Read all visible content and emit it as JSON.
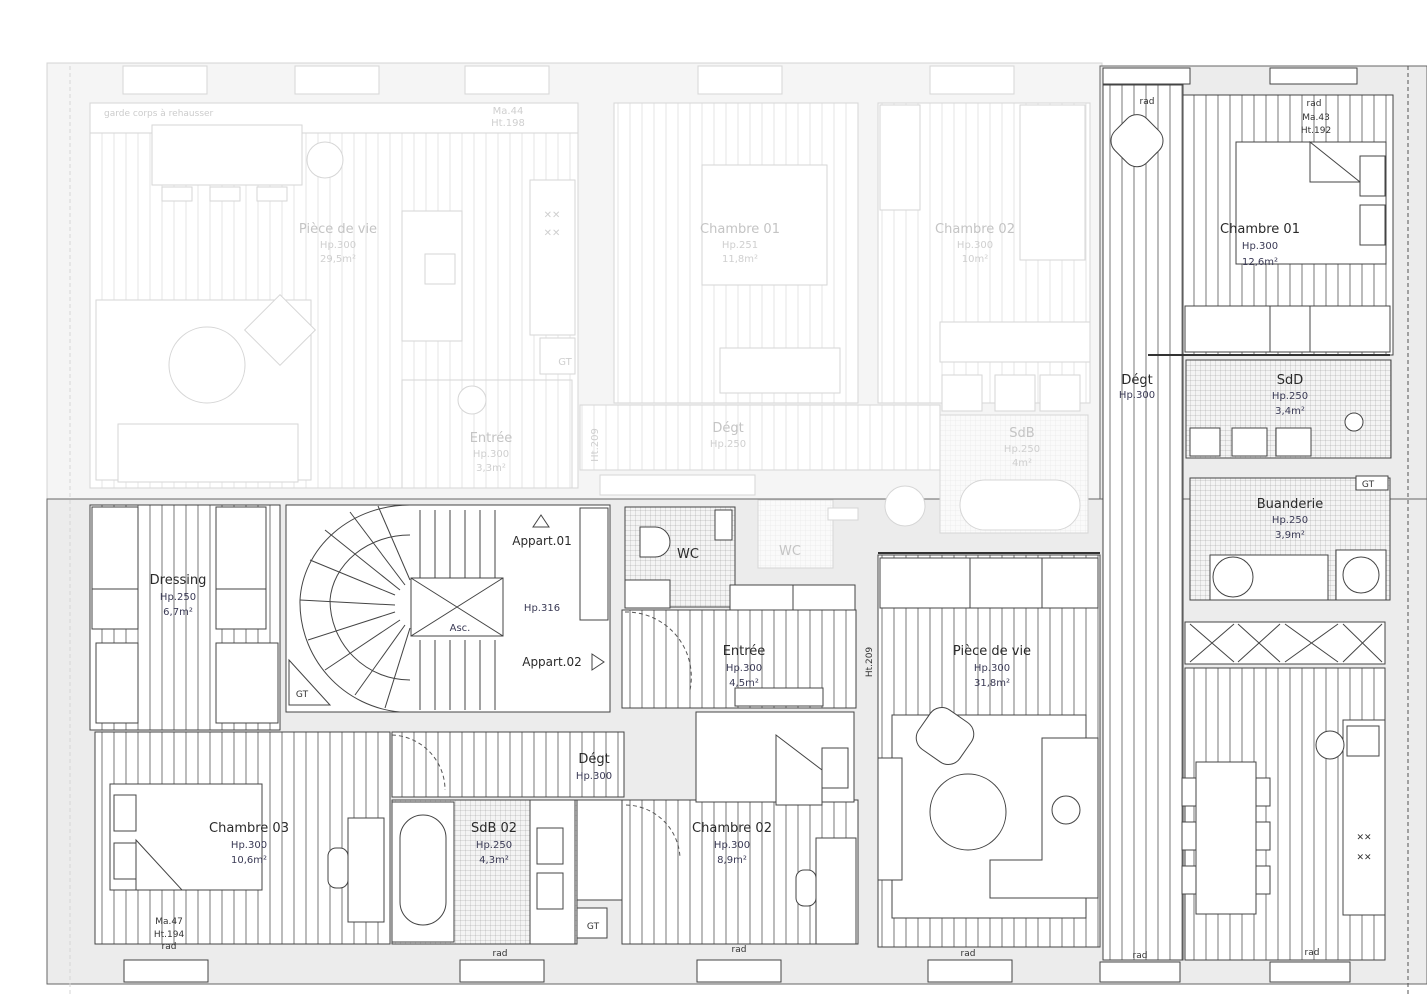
{
  "plan": {
    "colors": {
      "wall_fill": "#ececec",
      "line": "#444444",
      "faded_line": "#d6d6d6",
      "label": "#2a2a2a",
      "sub_label": "#3a3a55",
      "background": "#ffffff"
    },
    "notes": {
      "railing": "garde corps à rehausser"
    },
    "upper_unit_faded": {
      "rooms": [
        {
          "id": "piece-de-vie-upper",
          "name": "Pièce de vie",
          "height": "Hp.300",
          "area": "29,5m²"
        },
        {
          "id": "chambre-01-upper",
          "name": "Chambre 01",
          "height": "Hp.251",
          "area": "11,8m²"
        },
        {
          "id": "chambre-02-upper",
          "name": "Chambre 02",
          "height": "Hp.300",
          "area": "10m²"
        },
        {
          "id": "entree-upper",
          "name": "Entrée",
          "height": "Hp.300",
          "area": "3,3m²"
        },
        {
          "id": "degt-upper",
          "name": "Dégt",
          "height": "Hp.250",
          "area": ""
        },
        {
          "id": "sdb-upper",
          "name": "SdB",
          "height": "Hp.250",
          "area": "4m²"
        },
        {
          "id": "wc-upper",
          "name": "WC",
          "height": "",
          "area": ""
        }
      ],
      "window_tags": {
        "ma": "Ma.44",
        "ht": "Ht.198"
      },
      "door_height": "Ht.209"
    },
    "rooms": [
      {
        "id": "chambre-01",
        "name": "Chambre 01",
        "height": "Hp.300",
        "area": "12,6m²"
      },
      {
        "id": "degt-right",
        "name": "Dégt",
        "height": "Hp.300",
        "area": ""
      },
      {
        "id": "sdd",
        "name": "SdD",
        "height": "Hp.250",
        "area": "3,4m²"
      },
      {
        "id": "buanderie",
        "name": "Buanderie",
        "height": "Hp.250",
        "area": "3,9m²"
      },
      {
        "id": "dressing",
        "name": "Dressing",
        "height": "Hp.250",
        "area": "6,7m²"
      },
      {
        "id": "palier",
        "name": "",
        "height": "Hp.316",
        "area": ""
      },
      {
        "id": "wc",
        "name": "WC",
        "height": "",
        "area": ""
      },
      {
        "id": "entree",
        "name": "Entrée",
        "height": "Hp.300",
        "area": "4,5m²"
      },
      {
        "id": "piece-de-vie",
        "name": "Pièce de vie",
        "height": "Hp.300",
        "area": "31,8m²"
      },
      {
        "id": "degt-center",
        "name": "Dégt",
        "height": "Hp.300",
        "area": ""
      },
      {
        "id": "chambre-03",
        "name": "Chambre 03",
        "height": "Hp.300",
        "area": "10,6m²"
      },
      {
        "id": "sdb-02",
        "name": "SdB 02",
        "height": "Hp.250",
        "area": "4,3m²"
      },
      {
        "id": "chambre-02",
        "name": "Chambre 02",
        "height": "Hp.300",
        "area": "8,9m²"
      }
    ],
    "stair": {
      "appart_01": "Appart.01",
      "appart_02": "Appart.02",
      "elevator": "Asc.",
      "gt": "GT"
    },
    "tags": {
      "chambre01_ma": "Ma.43",
      "chambre01_ht": "Ht.192",
      "chambre03_ma": "Ma.47",
      "chambre03_ht": "Ht.194",
      "door_height": "Ht.209",
      "rad": "rad",
      "gt": "GT"
    }
  }
}
